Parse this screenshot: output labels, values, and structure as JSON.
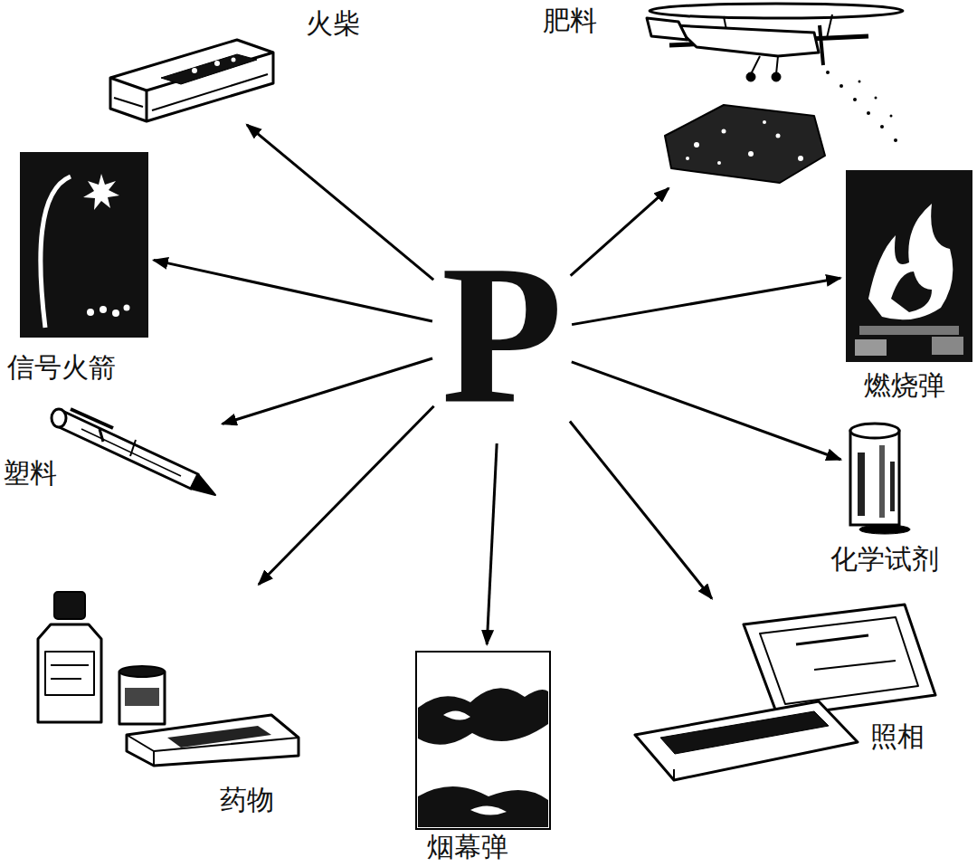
{
  "diagram": {
    "nodes": [
      {
        "text": [
          "P"
        ]
      },
      {
        "text": [
          "火柴"
        ]
      },
      {
        "text": [
          "肥料"
        ]
      },
      {
        "text": [
          "信号火箭"
        ]
      },
      {
        "text": [
          "燃烧弹"
        ]
      },
      {
        "text": [
          "塑料"
        ]
      },
      {
        "text": [
          "化学试剂"
        ]
      },
      {
        "text": [
          "药物"
        ]
      },
      {
        "text": [
          "烟幕弹"
        ]
      },
      {
        "text": [
          "照相"
        ]
      }
    ],
    "edges": [
      {
        "from": 0,
        "to": 1,
        "arrow": "to"
      },
      {
        "from": 0,
        "to": 2,
        "arrow": "to"
      },
      {
        "from": 0,
        "to": 3,
        "arrow": "to"
      },
      {
        "from": 0,
        "to": 4,
        "arrow": "to"
      },
      {
        "from": 0,
        "to": 5,
        "arrow": "to"
      },
      {
        "from": 0,
        "to": 6,
        "arrow": "to"
      },
      {
        "from": 0,
        "to": 7,
        "arrow": "to"
      },
      {
        "from": 0,
        "to": 8,
        "arrow": "to"
      },
      {
        "from": 0,
        "to": 9,
        "arrow": "to"
      }
    ]
  }
}
